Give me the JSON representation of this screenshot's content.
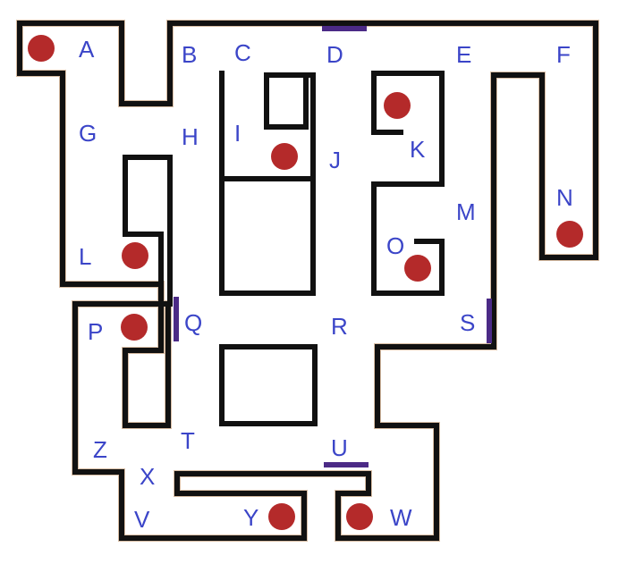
{
  "maze": {
    "labels": [
      "A",
      "B",
      "C",
      "D",
      "E",
      "F",
      "G",
      "H",
      "I",
      "J",
      "K",
      "L",
      "M",
      "N",
      "O",
      "P",
      "Q",
      "R",
      "S",
      "T",
      "U",
      "V",
      "W",
      "X",
      "Y",
      "Z"
    ],
    "goal_color": "#b42a2a",
    "wall_color": "#111111",
    "door_color": "#4b2a86",
    "label_color": "#3b45c8",
    "goals": [
      "A",
      "I",
      "K",
      "L",
      "N",
      "O",
      "P",
      "Y",
      "W"
    ],
    "doors": [
      "D",
      "Q",
      "S",
      "U"
    ]
  }
}
